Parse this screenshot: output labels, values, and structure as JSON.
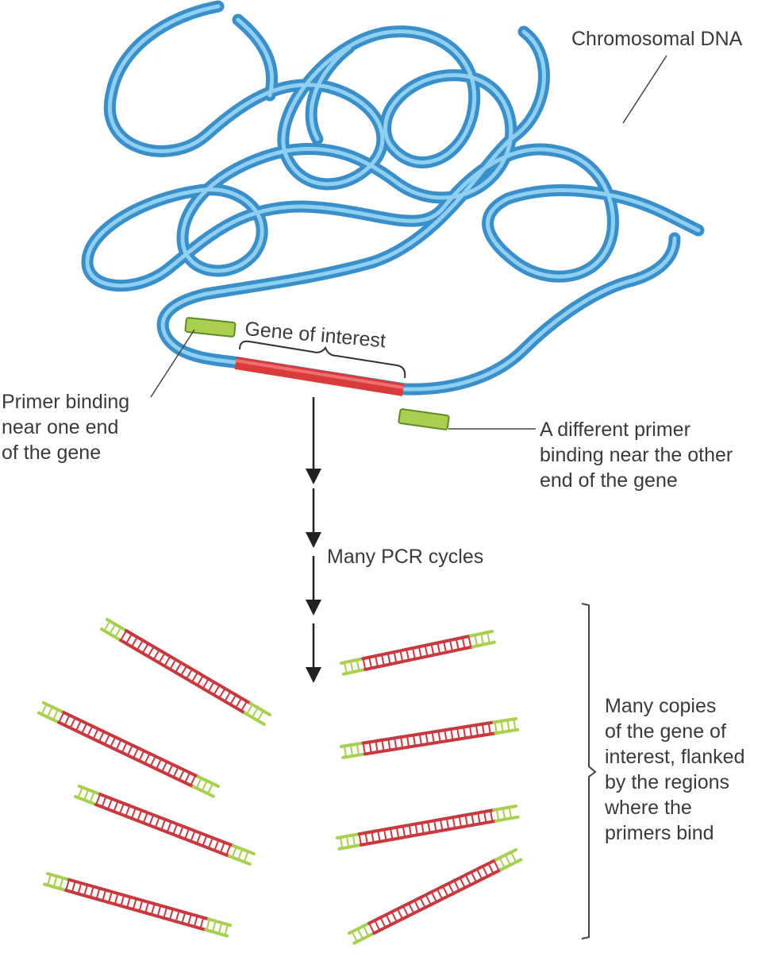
{
  "labels": {
    "chromosomal_dna": "Chromosomal DNA",
    "gene_of_interest": "Gene of interest",
    "primer_left": "Primer binding\nnear one end\nof the gene",
    "primer_right": "A different primer\nbinding near the other\nend of the gene",
    "pcr_cycles": "Many PCR cycles",
    "copies": "Many copies\nof the gene of\ninterest, flanked\nby the regions\nwhere the\nprimers bind"
  },
  "colors": {
    "dna_strand": "#3a8fc9",
    "dna_highlight": "#8fd0f2",
    "gene": "#d93a3a",
    "primer": "#a9cf4f",
    "copy_strand": "#c7393f",
    "leader": "#444444"
  },
  "copies": {
    "count": 8
  }
}
